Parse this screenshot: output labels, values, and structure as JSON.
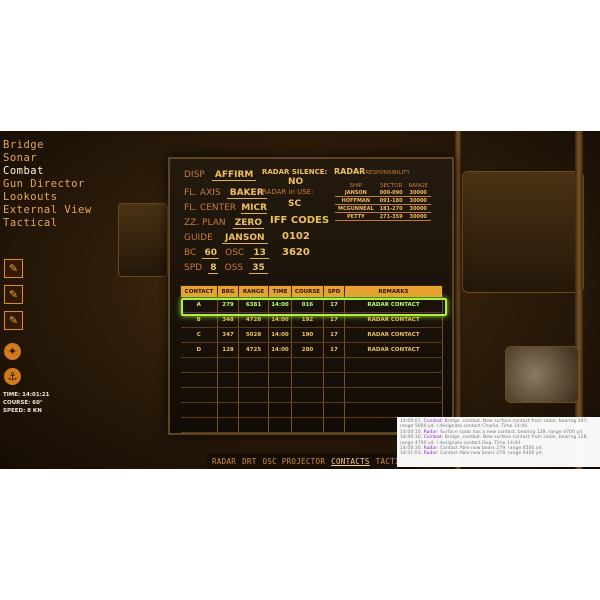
{
  "menu": {
    "items": [
      "Bridge",
      "Sonar",
      "Combat",
      "Gun Director",
      "Lookouts",
      "External View",
      "Tactical"
    ],
    "active": "Combat"
  },
  "side_icons": [
    "clipboard-icon",
    "clipboard-icon",
    "clipboard-icon",
    "crosshair-icon",
    "ship-icon"
  ],
  "status": {
    "time": "TIME: 14:01:21",
    "course": "COURSE: 60°",
    "speed": "SPEED: 8 KN"
  },
  "board": {
    "disp_label": "DISP",
    "disp": "AFFIRM",
    "flaxis_label": "FL. AXIS",
    "flaxis": "BAKER",
    "flcenter_label": "FL. CENTER",
    "flcenter": "MICR",
    "zzplan_label": "ZZ. PLAN",
    "zzplan": "ZERO",
    "guide_label": "GUIDE",
    "guide": "JANSON",
    "bc_label": "BC",
    "bc": "60",
    "osc_label": "OSC",
    "osc": "13",
    "spd_label": "SPD",
    "spd": "8",
    "oss_label": "OSS",
    "oss": "35",
    "radar_silence_label": "RADAR SILENCE:",
    "radar_silence": "NO",
    "radar_use_label": "RADAR in USE:",
    "radar_use": "SC",
    "iff_label": "IFF CODES",
    "iff1": "0102",
    "iff2": "3620",
    "resp_label_big": "RADAR",
    "resp_label_small": "RESPONSIBILITY",
    "resp_headers": [
      "SHIP",
      "SECTOR",
      "RANGE"
    ],
    "resp_rows": [
      [
        "JANSON",
        "000-090",
        "30000"
      ],
      [
        "HOFFMAN",
        "091-180",
        "30000"
      ],
      [
        "MCGUNNEAL",
        "181-270",
        "30000"
      ],
      [
        "PETTY",
        "271-359",
        "30000"
      ]
    ]
  },
  "contacts": {
    "headers": [
      "CONTACT",
      "BRG",
      "RANGE",
      "TIME",
      "COURSE",
      "SPD",
      "REMARKS"
    ],
    "rows": [
      [
        "A",
        "279",
        "6381",
        "14:00",
        "016",
        "17",
        "RADAR CONTACT"
      ],
      [
        "B",
        "348",
        "4728",
        "14:00",
        "192",
        "17",
        "RADAR CONTACT"
      ],
      [
        "C",
        "347",
        "5028",
        "14:00",
        "190",
        "17",
        "RADAR CONTACT"
      ],
      [
        "D",
        "128",
        "4725",
        "14:00",
        "280",
        "17",
        "RADAR CONTACT"
      ]
    ]
  },
  "tabs": [
    "RADAR",
    "DRT",
    "OSC PROJECTOR",
    "CONTACTS",
    "TACTICAL"
  ],
  "active_tab": "CONTACTS",
  "log": [
    {
      "t": "14:00:07,",
      "who": "Combat:",
      "msg": "Bridge, combat. New surface contact from radar, bearing 347, range 5000 yd. I designate contact Charlie. Time 14:00."
    },
    {
      "t": "14:00:10,",
      "who": "Radar:",
      "msg": "Surface radar has a new contact, bearing 128, range 4700 yd."
    },
    {
      "t": "14:00:10,",
      "who": "Combat:",
      "msg": "Bridge, combat. New surface contact from radar, bearing 128, range 4700 yd. I designate contact Dog. Time 14:00."
    },
    {
      "t": "14:00:30,",
      "who": "Radar:",
      "msg": "Contact Able now bears 279, range 6500 yd."
    },
    {
      "t": "14:01:03,",
      "who": "Radar:",
      "msg": "Contact Able now bears 279, range 6400 yd."
    }
  ],
  "colors": {
    "accent": "#e8a030",
    "highlight": "#aef03a",
    "chalk": "#f0c060"
  }
}
